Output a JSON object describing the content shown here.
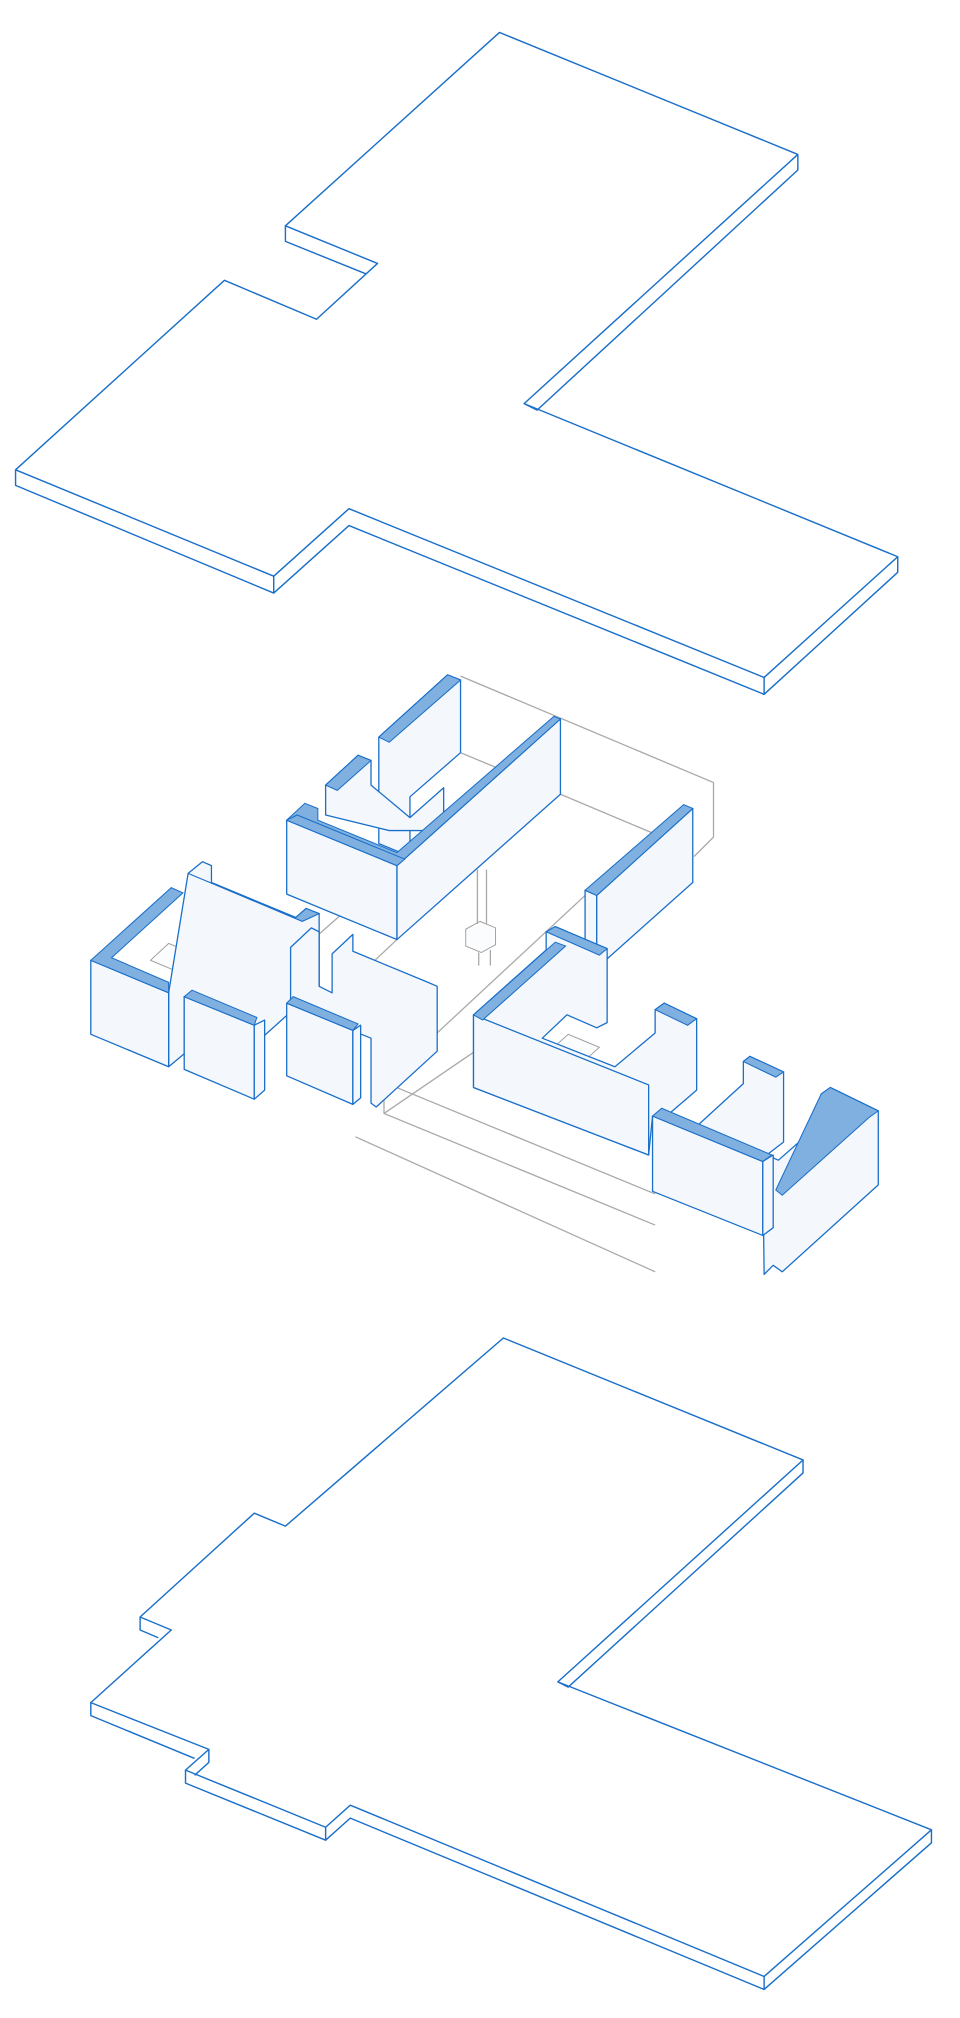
{
  "diagram": {
    "type": "exploded-axonometric-floor-plan",
    "layers": [
      "roof-slab",
      "walls",
      "floor-slab"
    ],
    "colors": {
      "line": "#1a6fc9",
      "wall_cap": "#7fb0e0",
      "wall_face": "#f4f8fc",
      "guide": "#a9a9a9"
    }
  }
}
